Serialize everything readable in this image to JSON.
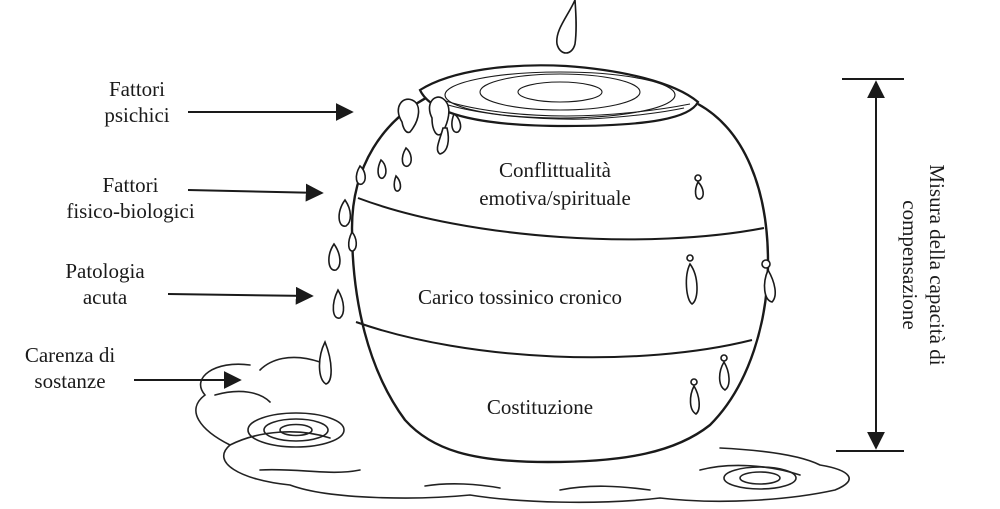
{
  "factors": {
    "psychic": [
      "Fattori",
      "psichici"
    ],
    "physical": [
      "Fattori",
      "fisico-biologici"
    ],
    "acute": [
      "Patologia",
      "acuta"
    ],
    "deficiency": [
      "Carenza di",
      "sostanze"
    ]
  },
  "vase": {
    "top_band": [
      "Conflittualità",
      "emotiva/spirituale"
    ],
    "middle_band": "Carico tossinico cronico",
    "bottom_band": "Costituzione"
  },
  "scale": {
    "label": [
      "Misura della capacità di",
      "compensazione"
    ]
  }
}
